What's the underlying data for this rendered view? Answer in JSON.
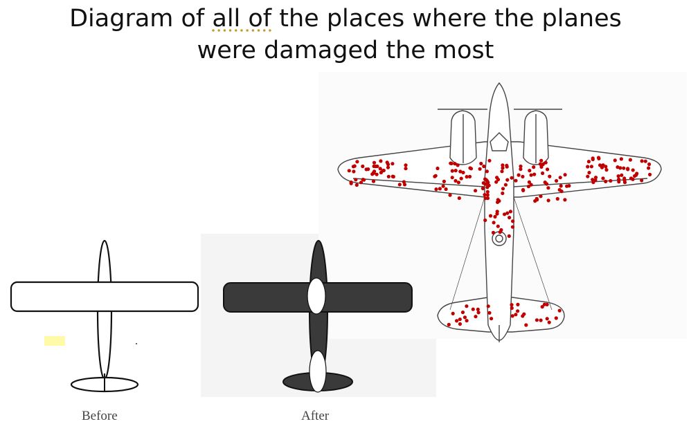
{
  "title": {
    "line1_prefix": "Diagram of ",
    "line1_underlined": "all of",
    "line1_suffix": " the places where the planes",
    "line2": "were damaged the most"
  },
  "captions": {
    "before": "Before",
    "after": "After"
  },
  "colors": {
    "damage_dots": "#c00000",
    "shading": "#3a3a3a",
    "highlight": "#fffaa8"
  }
}
